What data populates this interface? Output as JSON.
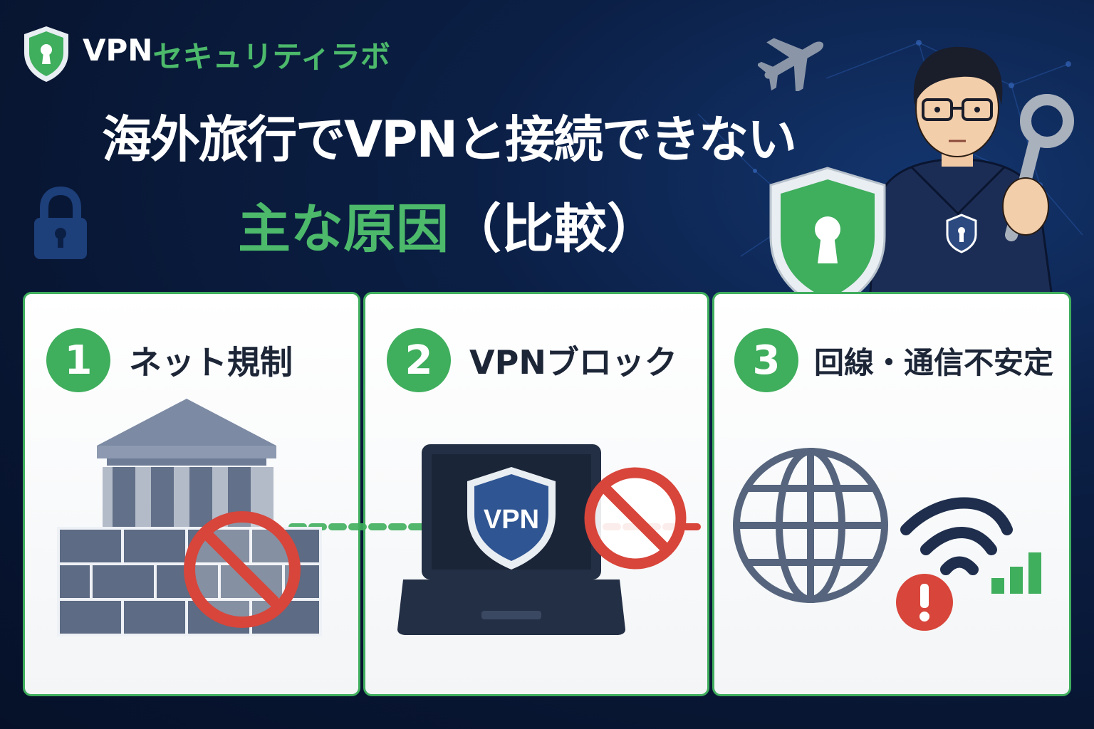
{
  "brand": {
    "name_part1": "VPN",
    "name_part2": "セキュリティラボ"
  },
  "title": {
    "line1": "海外旅行でVPNと接続できない",
    "line2_main": "主な原因",
    "line2_sub": "（比較）"
  },
  "cards": [
    {
      "number": "1",
      "title": "ネット規制"
    },
    {
      "number": "2",
      "title": "VPNブロック"
    },
    {
      "number": "3",
      "title": "回線・通信不安定"
    }
  ],
  "illustrations": {
    "laptop_shield_text": "VPN"
  },
  "colors": {
    "background": "#0b1f45",
    "accent_green": "#4cb96b",
    "prohibit_red": "#d8453a",
    "card_border": "#3fae5d",
    "icon_slate": "#56657d"
  }
}
